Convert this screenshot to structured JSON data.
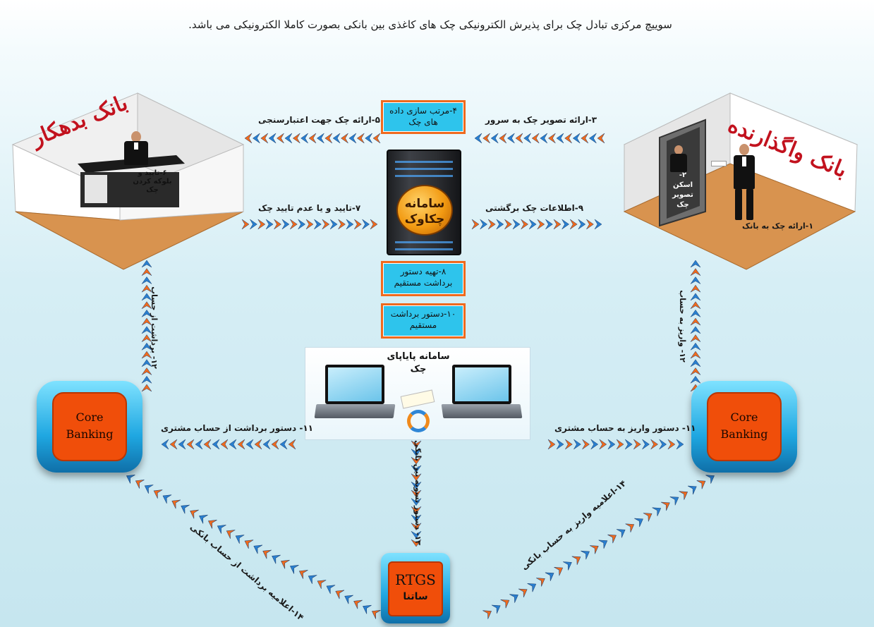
{
  "header": {
    "title": "سوییچ مرکزی تبادل چک برای پذیرش الکترونیکی چک های کاغذی بین بانکی بصورت کاملا الکترونیکی می باشد."
  },
  "banks": {
    "payer": {
      "label": "بانک بدهکار",
      "desk_note": "۶-تایید و بلوکه کردن چک"
    },
    "depositor": {
      "label": "بانک واگذارنده",
      "scan_note": "۲-اسکن تصویر چک",
      "step1": "۱-ارائه چک به بانک"
    }
  },
  "server": {
    "label": "سامانه چکاوک"
  },
  "steps": {
    "s3": "۳-ارائه تصویر چک به سرور",
    "s4": "۴-مرتب سازی داده های چک",
    "s5": "۵-ارائه چک جهت اعتبارسنجی",
    "s7": "۷-تایید و یا عدم تایید چک",
    "s8": "۸-تهیه دستور برداشت مستقیم",
    "s9": "۹-اطلاعات چک برگشتی",
    "s10": "۱۰-دستور برداشت مستقیم",
    "s11_left": "۱۱- دستور برداشت از حساب مشتری",
    "s11_right": "۱۱- دستور واریز به حساب مشتری",
    "s12_left": "۱۲- برداشت از حساب",
    "s12_right": "۱۲- واریز به حساب",
    "s13": "۱۳- دستور تسویه بین بانکی",
    "s14_left": "۱۴-اعلامیه برداشت از حساب بانکی",
    "s14_right": "۱۴-اعلامیه واریز به حساب بانکی"
  },
  "paya": {
    "label": "سامانه پایاپای چک"
  },
  "core_banking": {
    "left": "Core Banking",
    "right": "Core Banking"
  },
  "rtgs": {
    "title": "RTGS",
    "subtitle": "ساتنا"
  },
  "colors": {
    "arrow_orange": "#ef6a1e",
    "arrow_blue": "#2a7fcf",
    "box_cyan": "#2ec4ec",
    "core_orange": "#f04e0a",
    "room_wall": "#f2f2f2",
    "room_floor": "#d8934f",
    "bank_label": "#c2121e"
  },
  "icons": [
    "server-icon",
    "laptop-icon",
    "sync-icon",
    "person-icon",
    "desk-icon",
    "check-image-icon"
  ]
}
